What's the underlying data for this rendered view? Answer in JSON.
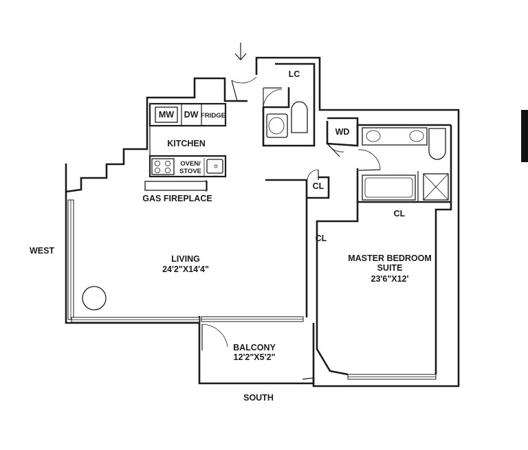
{
  "rooms": {
    "living": {
      "name": "LIVING",
      "dimensions": "24'2\"X14'4\""
    },
    "master_bedroom": {
      "name_line1": "MASTER BEDROOM",
      "name_line2": "SUITE",
      "dimensions": "23'6\"X12'"
    },
    "balcony": {
      "name": "BALCONY",
      "dimensions": "12'2\"X5'2\""
    },
    "kitchen": {
      "name": "KITCHEN"
    }
  },
  "kitchen_appliances": {
    "microwave": "MW",
    "dishwasher": "DW",
    "fridge": "FRIDGE",
    "oven_stove": "OVEN/\nSTOVE",
    "oven_stove_small": "OVEN/STOVE",
    "sink": "SINK"
  },
  "features": {
    "fireplace": "GAS FIREPLACE",
    "linen_closet": "LC",
    "washer_dryer": "WD",
    "closet": "CL"
  },
  "compass": {
    "west": "WEST",
    "south": "SOUTH"
  },
  "entry_arrow": "↓"
}
